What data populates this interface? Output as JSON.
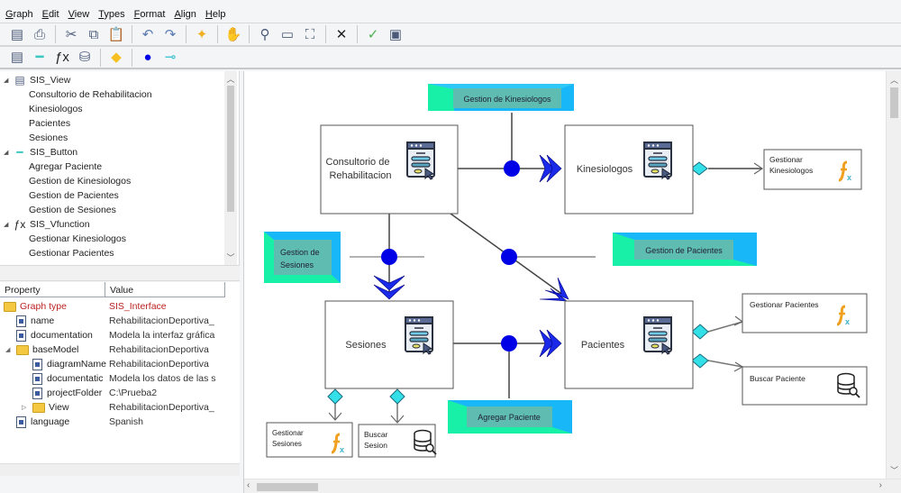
{
  "menu": {
    "items": [
      {
        "label": "Graph",
        "mnemonic": "G"
      },
      {
        "label": "Edit",
        "mnemonic": "E"
      },
      {
        "label": "View",
        "mnemonic": "V"
      },
      {
        "label": "Types",
        "mnemonic": "T"
      },
      {
        "label": "Format",
        "mnemonic": "F"
      },
      {
        "label": "Align",
        "mnemonic": "A"
      },
      {
        "label": "Help",
        "mnemonic": "H"
      }
    ]
  },
  "toolbar1": [
    {
      "name": "properties-icon",
      "glyph": "▤"
    },
    {
      "name": "print-icon",
      "glyph": "⎙"
    },
    {
      "sep": true
    },
    {
      "name": "cut-icon",
      "glyph": "✂"
    },
    {
      "name": "copy-icon",
      "glyph": "⧉"
    },
    {
      "name": "paste-icon",
      "glyph": "📋"
    },
    {
      "sep": true
    },
    {
      "name": "undo-icon",
      "glyph": "↶"
    },
    {
      "name": "redo-icon",
      "glyph": "↷"
    },
    {
      "sep": true
    },
    {
      "name": "select-node-icon",
      "glyph": "✦"
    },
    {
      "sep": true
    },
    {
      "name": "pan-hand-icon",
      "glyph": "✋"
    },
    {
      "sep": true
    },
    {
      "name": "zoom-icon",
      "glyph": "⚲"
    },
    {
      "name": "rectangle-select-icon",
      "glyph": "▭"
    },
    {
      "name": "fit-to-window-icon",
      "glyph": "⛶"
    },
    {
      "sep": true
    },
    {
      "name": "delete-icon",
      "glyph": "✕"
    },
    {
      "sep": true
    },
    {
      "name": "validate-check-icon",
      "glyph": "✓"
    },
    {
      "name": "export-image-icon",
      "glyph": "▣"
    }
  ],
  "toolbar2": [
    {
      "name": "sis-view-tool-icon",
      "glyph": "▤"
    },
    {
      "name": "sis-button-tool-icon",
      "glyph": "━"
    },
    {
      "name": "sis-function-tool-icon",
      "glyph": "ƒx"
    },
    {
      "name": "database-search-tool-icon",
      "glyph": "⛁"
    },
    {
      "sep": true
    },
    {
      "name": "diamond-connector-tool-icon",
      "glyph": "◆"
    },
    {
      "sep": true
    },
    {
      "name": "circle-connector-tool-icon",
      "glyph": "●"
    },
    {
      "name": "arrow-link-tool-icon",
      "glyph": "⊸"
    }
  ],
  "tree": {
    "groups": [
      {
        "label": "SIS_View",
        "icon": "view-icon",
        "children": [
          "Consultorio de Rehabilitacion",
          "Kinesiologos",
          "Pacientes",
          "Sesiones"
        ]
      },
      {
        "label": "SIS_Button",
        "icon": "button-icon",
        "children": [
          "Agregar Paciente",
          "Gestion de Kinesiologos",
          "Gestion de Pacientes",
          "Gestion de Sesiones"
        ]
      },
      {
        "label": "SIS_Vfunction",
        "icon": "function-icon",
        "children": [
          "Gestionar Kinesiologos",
          "Gestionar Pacientes"
        ]
      }
    ]
  },
  "properties": {
    "header": {
      "property": "Property",
      "value": "Value"
    },
    "rows": [
      {
        "name": "Graph type",
        "value": "SIS_Interface",
        "indent": 0,
        "icon": "folder",
        "red": true
      },
      {
        "name": "name",
        "value": "RehabilitacionDeportiva_",
        "indent": 1,
        "icon": "prop"
      },
      {
        "name": "documentation",
        "value": "Modela la interfaz gráfica",
        "indent": 1,
        "icon": "prop"
      },
      {
        "name": "baseModel",
        "value": "RehabilitacionDeportiva",
        "indent": 1,
        "icon": "folder",
        "expanded": true
      },
      {
        "name": "diagramName",
        "value": "RehabilitacionDeportiva",
        "indent": 2,
        "icon": "prop"
      },
      {
        "name": "documentatic",
        "value": "Modela los datos de las s",
        "indent": 2,
        "icon": "prop"
      },
      {
        "name": "projectFolder",
        "value": "C:\\Prueba2",
        "indent": 2,
        "icon": "prop"
      },
      {
        "name": "View",
        "value": "RehabilitacionDeportiva_",
        "indent": 2,
        "icon": "folder",
        "collapsed": true
      },
      {
        "name": "language",
        "value": "Spanish",
        "indent": 1,
        "icon": "prop"
      }
    ]
  },
  "diagram": {
    "views": {
      "consultorio": {
        "label_line1": "Consultorio de",
        "label_line2": "Rehabilitacion"
      },
      "kinesiologos": {
        "label": "Kinesiologos"
      },
      "sesiones": {
        "label": "Sesiones"
      },
      "pacientes": {
        "label": "Pacientes"
      }
    },
    "buttons": {
      "gestion_kinesiologos": "Gestion de Kinesiologos",
      "gestion_sesiones_line1": "Gestion de",
      "gestion_sesiones_line2": "Sesiones",
      "gestion_pacientes": "Gestion de Pacientes",
      "agregar_paciente": "Agregar Paciente"
    },
    "functions": {
      "gestionar_kinesiologos_line1": "Gestionar",
      "gestionar_kinesiologos_line2": "Kinesiologos",
      "gestionar_pacientes": "Gestionar Pacientes",
      "buscar_paciente": "Buscar Paciente",
      "gestionar_sesiones_line1": "Gestionar",
      "gestionar_sesiones_line2": "Sesiones",
      "buscar_sesion_line1": "Buscar",
      "buscar_sesion_line2": "Sesion"
    },
    "colors": {
      "connector_blue": "#0000e6",
      "diamond_cyan": "#33e0e8",
      "button_green": "#18f0a8",
      "button_blue": "#18b8f8",
      "button_face": "#5fbcb0"
    }
  }
}
